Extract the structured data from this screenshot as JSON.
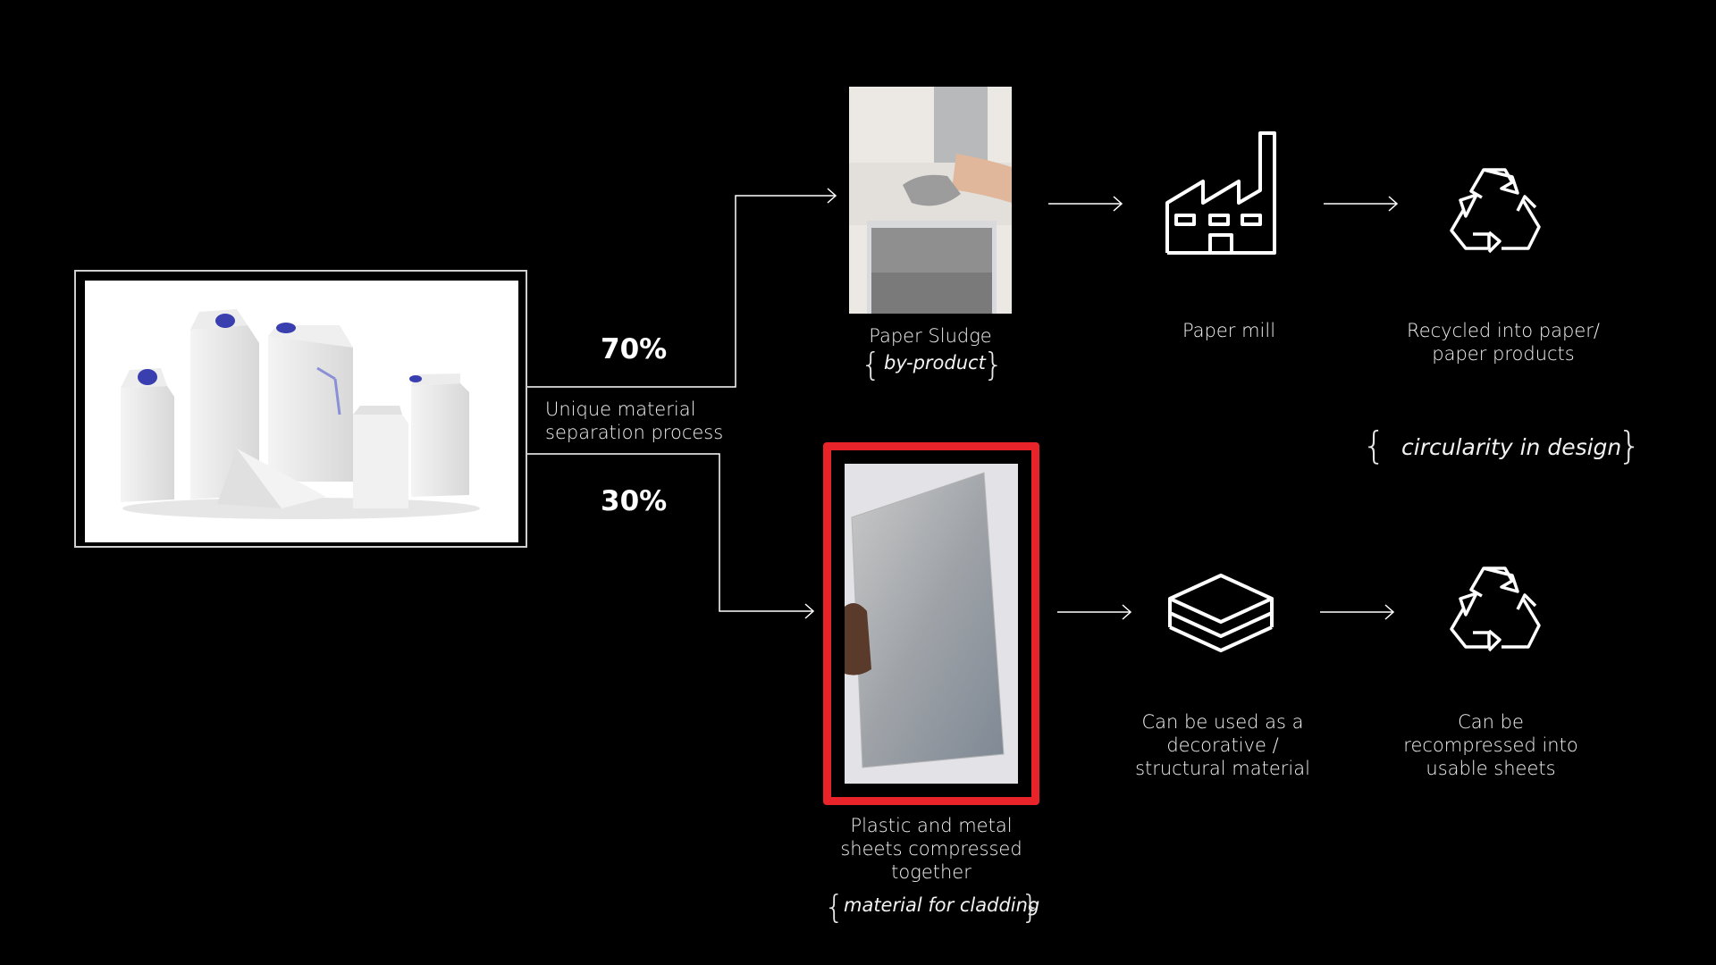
{
  "source": {
    "caption_1": "Unique material",
    "caption_2": "separation process",
    "icon": "milk-cartons-image"
  },
  "branches": {
    "top_pct": "70%",
    "bottom_pct": "30%"
  },
  "top_row": {
    "sludge_label": "Paper Sludge",
    "sludge_note": "by-product",
    "mill_label": "Paper mill",
    "recycle_label_1": "Recycled into paper/",
    "recycle_label_2": "paper products",
    "icons": [
      "paper-sludge-photo",
      "factory-icon",
      "recycle-icon"
    ]
  },
  "circularity": {
    "text": "circularity in design"
  },
  "bottom_row": {
    "sheet_label_1": "Plastic and metal",
    "sheet_label_2": "sheets compressed",
    "sheet_label_3": "together",
    "sheet_note": "material for cladding",
    "layers_label_1": "Can be used as a",
    "layers_label_2": "decorative /",
    "layers_label_3": "structural material",
    "recycle_label_1": "Can be",
    "recycle_label_2": "recompressed into",
    "recycle_label_3": "usable sheets",
    "highlight_color": "#e8232a",
    "icons": [
      "compressed-sheet-photo",
      "layers-icon",
      "recycle-icon"
    ]
  },
  "colors": {
    "background": "#000000",
    "line": "#ffffff",
    "highlight": "#e8232a"
  }
}
